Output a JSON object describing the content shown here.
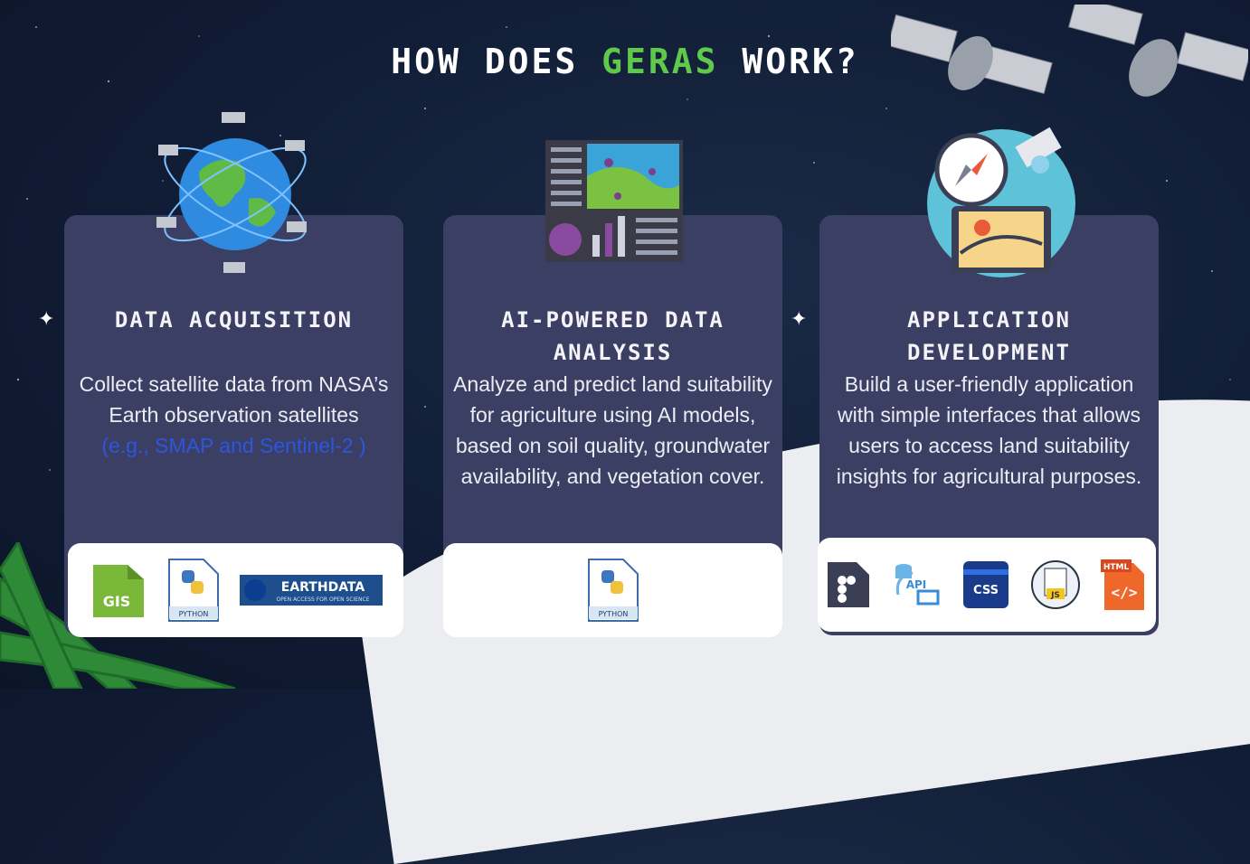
{
  "title": {
    "prefix": "HOW DOES ",
    "accent": "GERAS",
    "suffix": " WORK?"
  },
  "cards": [
    {
      "title": "DATA ACQUISITION",
      "text": "Collect satellite data from NASA’s Earth observation satellites",
      "highlight": "(e.g., SMAP and Sentinel-2 )",
      "tools": [
        {
          "icon": "gis-file-icon",
          "label": "GIS"
        },
        {
          "icon": "python-file-icon",
          "label": "PYTHON"
        },
        {
          "icon": "nasa-earthdata-logo",
          "label": "EARTHDATA",
          "sub": "OPEN ACCESS FOR OPEN SCIENCE"
        }
      ]
    },
    {
      "title_line1": "AI-POWERED DATA",
      "title_line2": "ANALYSIS",
      "text": "Analyze and predict land suitability for agriculture using AI models, based on soil quality, groundwater availability, and vegetation cover.",
      "tools": [
        {
          "icon": "python-file-icon",
          "label": "PYTHON"
        }
      ]
    },
    {
      "title_line1": "APPLICATION",
      "title_line2": "DEVELOPMENT",
      "text": "Build a user-friendly application with simple interfaces that allows users to access land suitability insights for agricultural purposes.",
      "tools": [
        {
          "icon": "figma-file-icon"
        },
        {
          "icon": "api-icon",
          "label": "API"
        },
        {
          "icon": "css-icon",
          "label": "CSS"
        },
        {
          "icon": "js-file-icon",
          "label": "JS"
        },
        {
          "icon": "html-file-icon",
          "label": "HTML"
        }
      ]
    }
  ],
  "colors": {
    "accent": "#5ec94a",
    "card": "#3b3f63",
    "highlight": "#2c56e0",
    "background": "#111d36"
  }
}
